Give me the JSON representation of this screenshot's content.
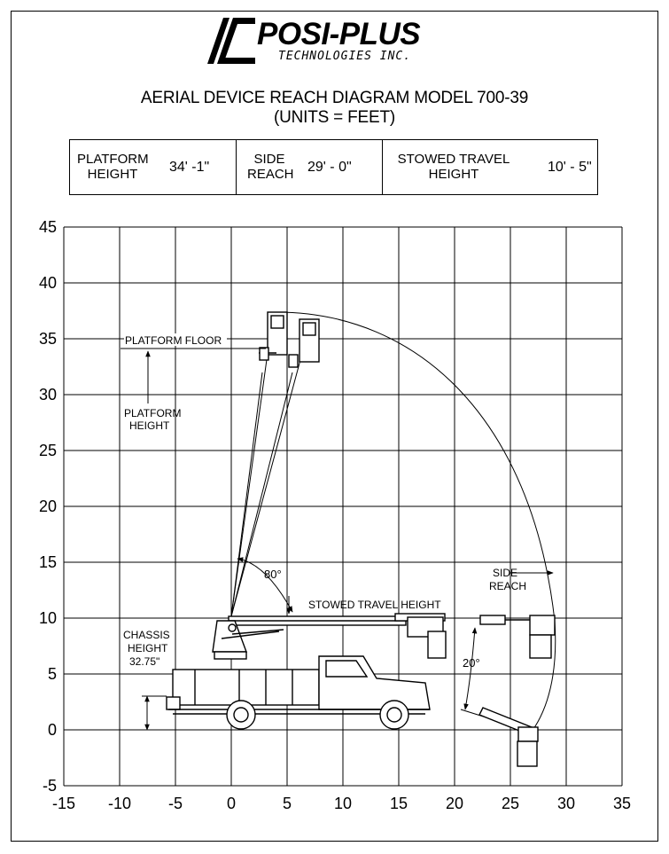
{
  "brand": {
    "name": "POSI-PLUS",
    "subtitle": "TECHNOLOGIES INC."
  },
  "title_line1": "AERIAL DEVICE REACH DIAGRAM MODEL 700-39",
  "title_line2": "(UNITS = FEET)",
  "specs": [
    {
      "label_line1": "PLATFORM",
      "label_line2": "HEIGHT",
      "value": "34' -1\""
    },
    {
      "label_line1": "SIDE",
      "label_line2": "REACH",
      "value": "29' - 0\""
    },
    {
      "label_line1": "STOWED TRAVEL",
      "label_line2": "HEIGHT",
      "value": "10' - 5\""
    }
  ],
  "axes": {
    "x_ticks": [
      "-15",
      "-10",
      "-5",
      "0",
      "5",
      "10",
      "15",
      "20",
      "25",
      "30",
      "35"
    ],
    "y_ticks": [
      "45",
      "40",
      "35",
      "30",
      "25",
      "20",
      "15",
      "10",
      "5",
      "0",
      "-5"
    ]
  },
  "annotations": {
    "platform_floor": "PLATFORM FLOOR",
    "platform_height_1": "PLATFORM",
    "platform_height_2": "HEIGHT",
    "angle_80": "80°",
    "stowed_travel_height": "STOWED TRAVEL HEIGHT",
    "chassis_1": "CHASSIS",
    "chassis_2": "HEIGHT",
    "chassis_3": "32.75\"",
    "side_reach_1": "SIDE",
    "side_reach_2": "REACH",
    "angle_20": "20°"
  },
  "colors": {
    "ink": "#000000",
    "background": "#ffffff"
  }
}
